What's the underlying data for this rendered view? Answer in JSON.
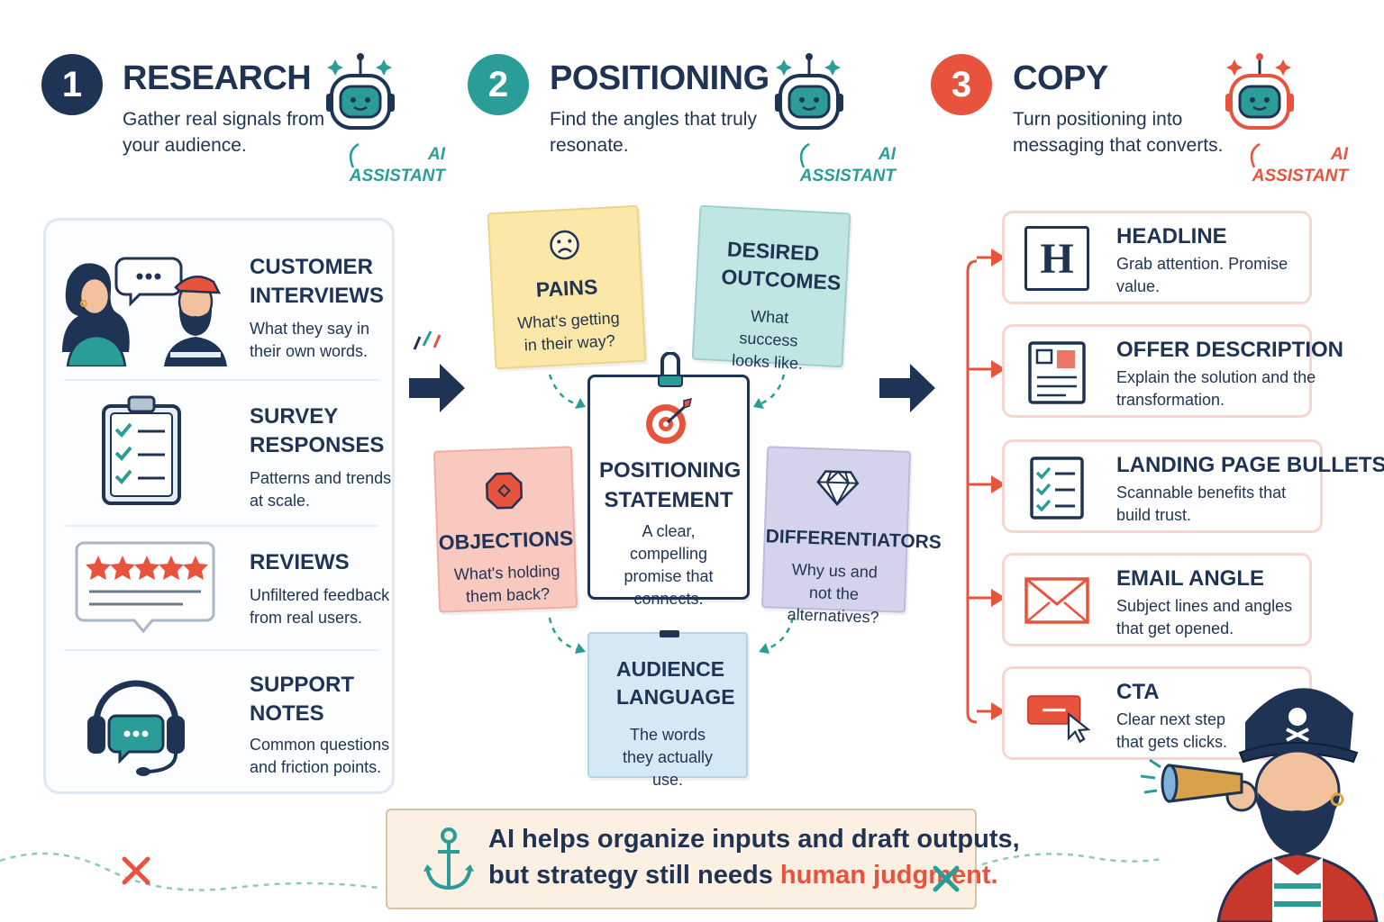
{
  "steps": [
    {
      "number": "1",
      "title": "RESEARCH",
      "desc": "Gather real signals from your audience.",
      "ai_label": "AI ASSISTANT",
      "color": "#1f3354"
    },
    {
      "number": "2",
      "title": "POSITIONING",
      "desc": "Find the angles that truly resonate.",
      "ai_label": "AI ASSISTANT",
      "color": "#2a9d99"
    },
    {
      "number": "3",
      "title": "COPY",
      "desc": "Turn positioning into messaging that converts.",
      "ai_label": "AI ASSISTANT",
      "color": "#e8533e"
    }
  ],
  "research": {
    "items": [
      {
        "title": "CUSTOMER INTERVIEWS",
        "desc": "What they say in their own words.",
        "icon": "people-talking-icon"
      },
      {
        "title": "SURVEY RESPONSES",
        "desc": "Patterns and trends at scale.",
        "icon": "clipboard-checklist-icon"
      },
      {
        "title": "REVIEWS",
        "desc": "Unfiltered feedback from real users.",
        "icon": "star-review-icon"
      },
      {
        "title": "SUPPORT NOTES",
        "desc": "Common questions and friction points.",
        "icon": "headset-chat-icon"
      }
    ]
  },
  "positioning": {
    "pains": {
      "title": "PAINS",
      "desc": "What's getting in their way?",
      "icon": "sad-face-icon",
      "color": "#fbe7a8"
    },
    "outcomes": {
      "title": "DESIRED OUTCOMES",
      "desc": "What success looks like.",
      "color": "#bfe6e2"
    },
    "objections": {
      "title": "OBJECTIONS",
      "desc": "What's holding them back?",
      "icon": "stop-sign-icon",
      "color": "#f9c9c0"
    },
    "differentiators": {
      "title": "DIFFERENTIATORS",
      "desc": "Why us and not the alternatives?",
      "icon": "diamond-icon",
      "color": "#d5d3ec"
    },
    "statement": {
      "title": "POSITIONING STATEMENT",
      "desc": "A clear, compelling promise that connects.",
      "icon": "target-icon"
    },
    "audience": {
      "title": "AUDIENCE LANGUAGE",
      "desc": "The words they actually use.",
      "color": "#d5e9f5"
    }
  },
  "copy": {
    "items": [
      {
        "title": "HEADLINE",
        "desc": "Grab attention. Promise value.",
        "icon": "headline-h-icon",
        "glyph": "H"
      },
      {
        "title": "OFFER DESCRIPTION",
        "desc": "Explain the solution and the transformation.",
        "icon": "document-icon"
      },
      {
        "title": "LANDING PAGE BULLETS",
        "desc": "Scannable benefits that build trust.",
        "icon": "checklist-icon"
      },
      {
        "title": "EMAIL ANGLE",
        "desc": "Subject lines and angles that get opened.",
        "icon": "envelope-icon"
      },
      {
        "title": "CTA",
        "desc": "Clear next step that gets clicks.",
        "icon": "cta-button-cursor-icon"
      }
    ]
  },
  "banner": {
    "line1": "AI helps organize inputs and draft outputs,",
    "line2_prefix": "but strategy still needs ",
    "line2_highlight": "human judgment.",
    "icon": "anchor-icon"
  },
  "colors": {
    "navy": "#1f3354",
    "teal": "#2a9d99",
    "coral": "#e8533e"
  }
}
